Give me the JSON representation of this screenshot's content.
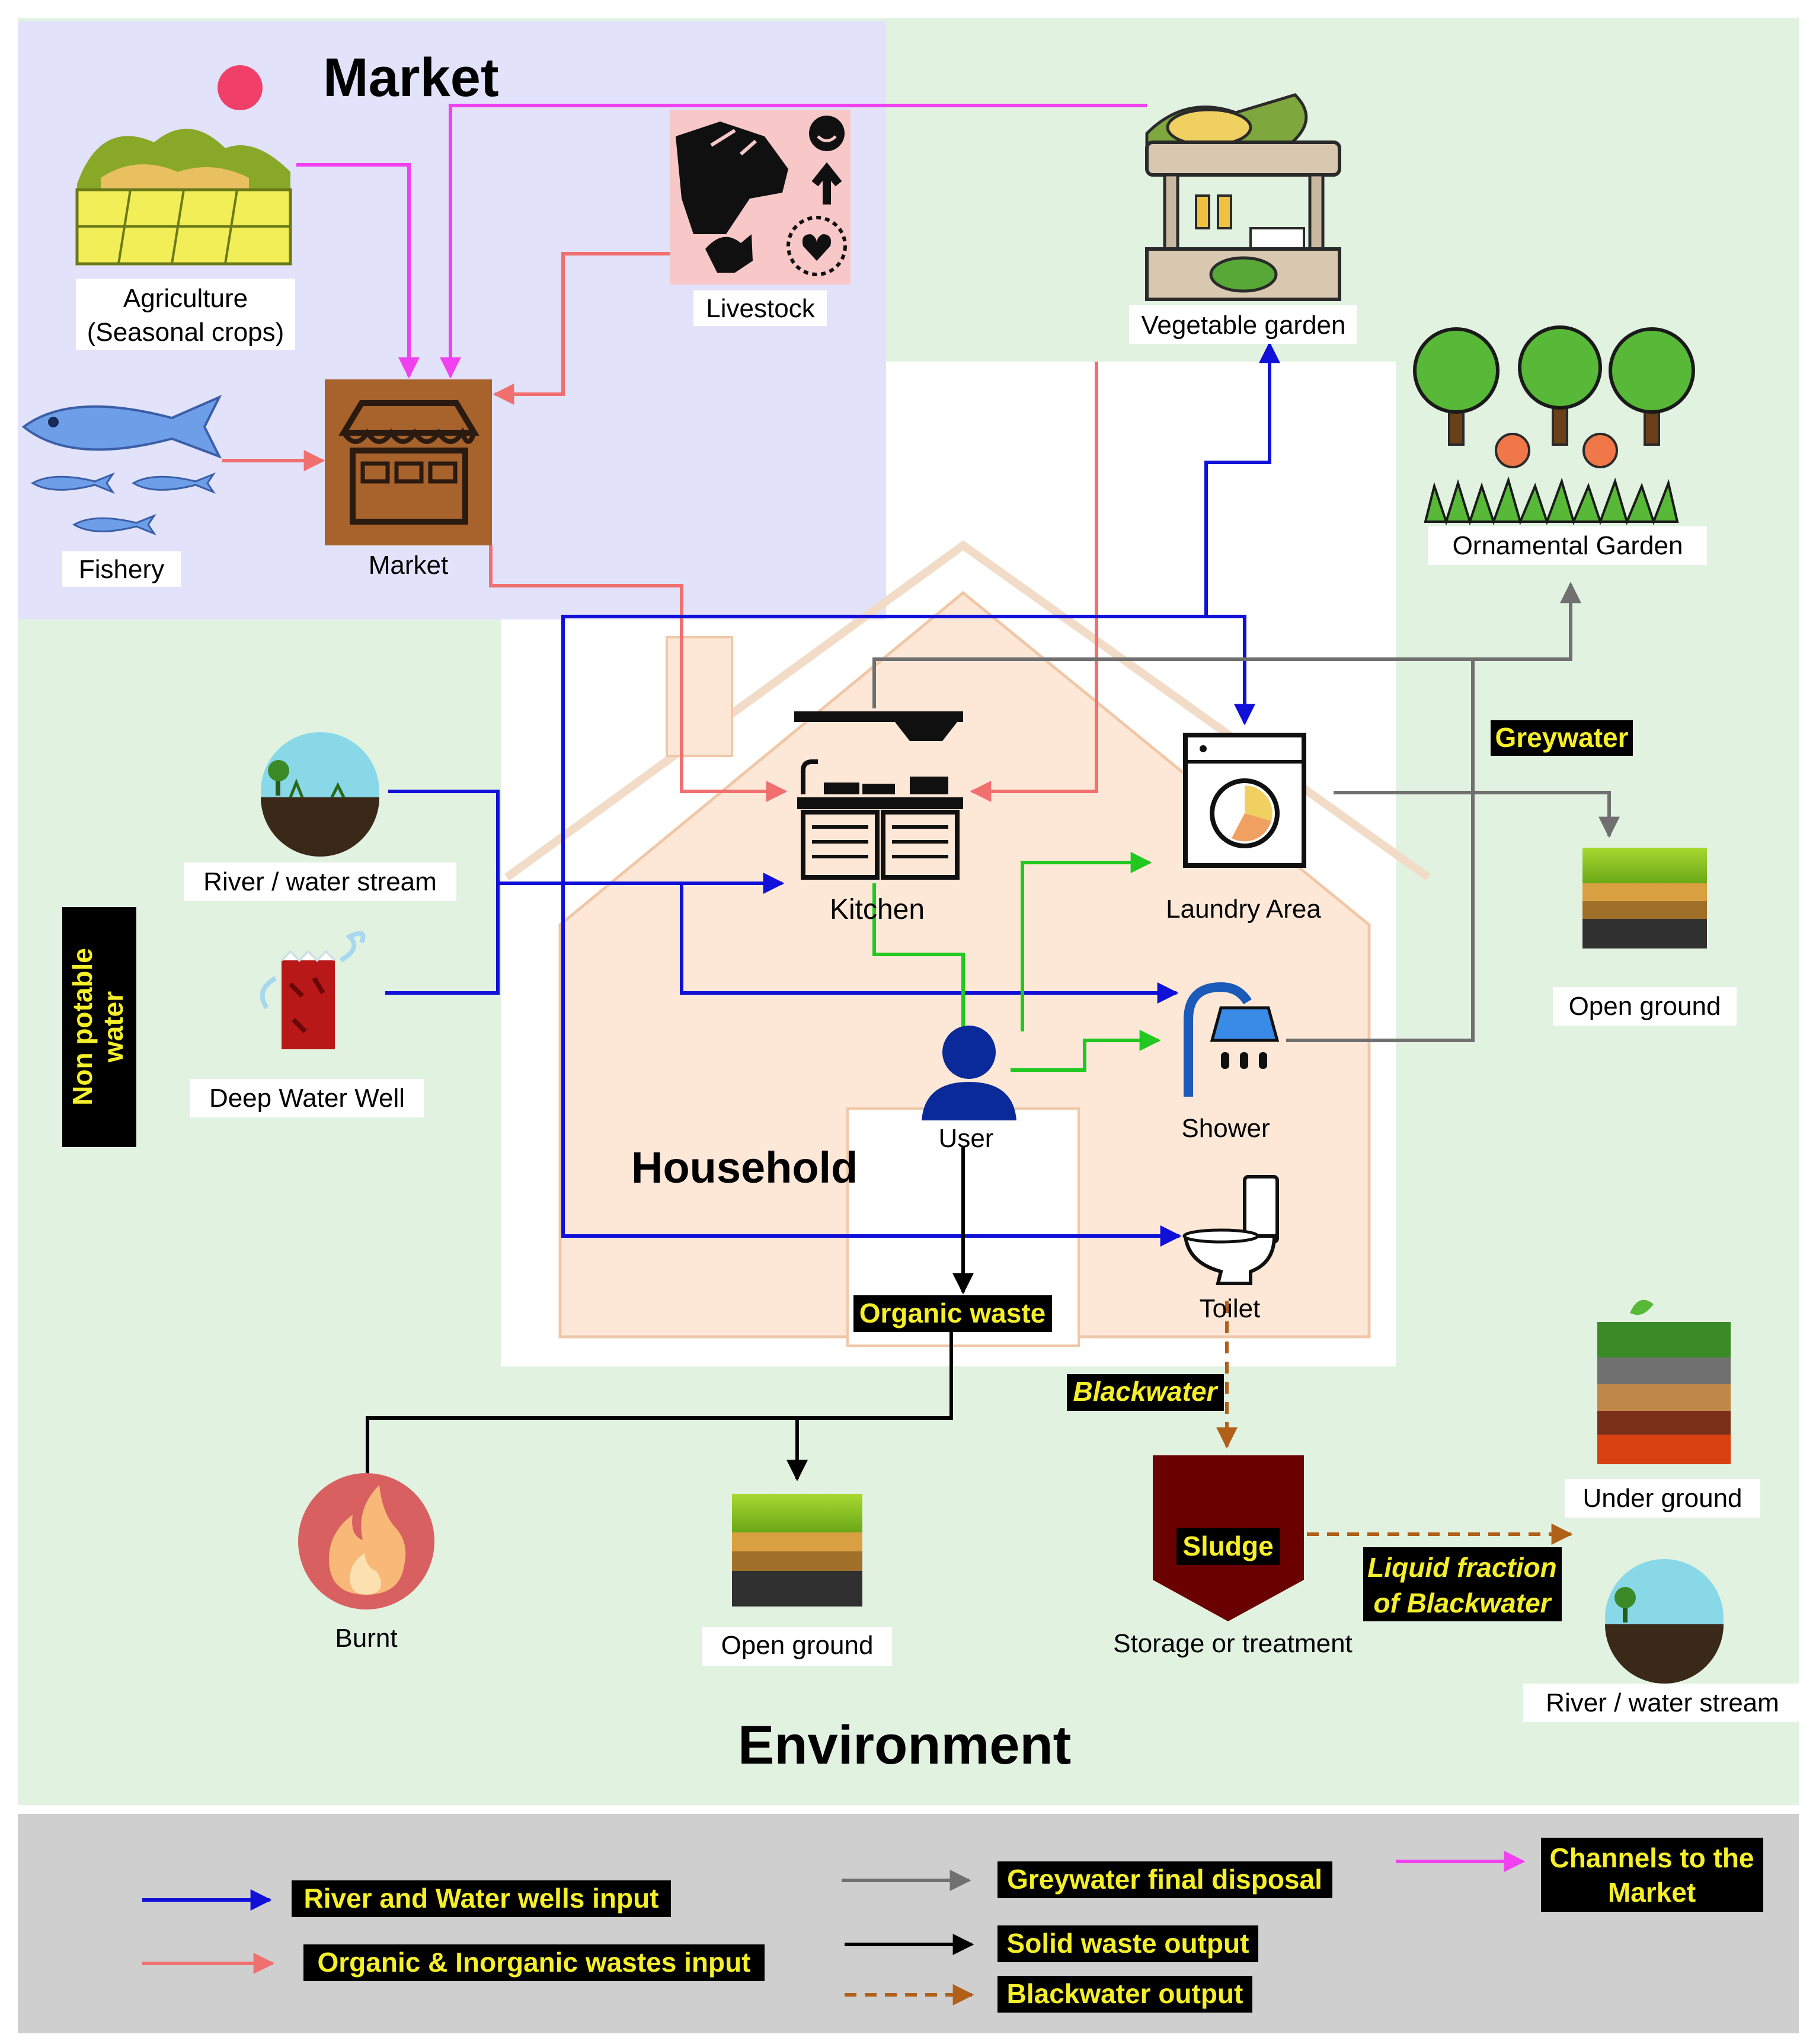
{
  "sections": {
    "market": "Market",
    "household": "Household",
    "environment": "Environment"
  },
  "nodes": {
    "agriculture_line1": "Agriculture",
    "agriculture_line2": "(Seasonal crops)",
    "fishery": "Fishery",
    "market": "Market",
    "livestock": "Livestock",
    "vegetable_garden": "Vegetable garden",
    "ornamental_garden": "Ornamental Garden",
    "river_stream": "River / water stream",
    "deep_well": "Deep Water Well",
    "kitchen": "Kitchen",
    "laundry": "Laundry Area",
    "shower": "Shower",
    "user": "User",
    "toilet": "Toilet",
    "open_ground_right": "Open ground",
    "open_ground_bottom": "Open ground",
    "burnt": "Burnt",
    "storage": "Storage or treatment",
    "sludge": "Sludge",
    "under_ground": "Under ground",
    "river_stream_right": "River / water stream"
  },
  "flow_labels": {
    "non_potable_line1": "Non potable",
    "non_potable_line2": "water",
    "greywater": "Greywater",
    "organic_waste": "Organic waste",
    "blackwater": "Blackwater",
    "liquid_line1": "Liquid fraction",
    "liquid_line2": "of Blackwater"
  },
  "legend": {
    "river_wells": "River and Water wells input",
    "organic_inorganic": "Organic & Inorganic wastes input",
    "greywater_disposal": "Greywater final disposal",
    "solid_waste": "Solid waste output",
    "blackwater_output": "Blackwater output",
    "channels_line1": "Channels to the",
    "channels_line2": "Market"
  },
  "colors": {
    "water_input": "#1010d8",
    "waste_input": "#f07070",
    "greywater": "#707070",
    "solid_waste": "#000000",
    "blackwater": "#b06018",
    "market_channel": "#f040f0",
    "user_flow": "#20c820",
    "market_bg": "#e2e2fa",
    "environment_bg": "#e1f2e1",
    "legend_bg": "#cfcfcf",
    "label_bg": "#000000",
    "label_text": "#f5ef2a"
  }
}
